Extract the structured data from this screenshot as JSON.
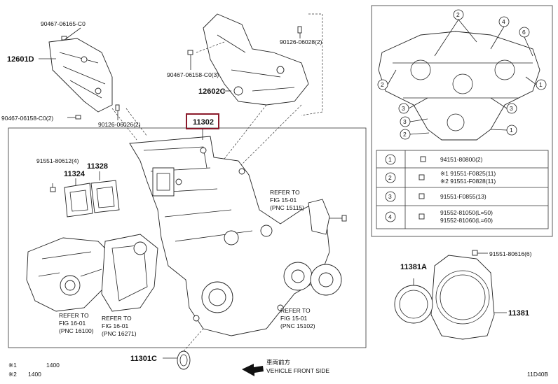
{
  "diagram": {
    "parts": {
      "p11302": "11302",
      "p11324": "11324",
      "p11328": "11328",
      "p12601D": "12601D",
      "p12602C": "12602C",
      "p11381A": "11381A",
      "p11381": "11381",
      "p11301C": "11301C"
    },
    "bolts": {
      "b1": "90467-06165-C0",
      "b2": "90467-06158-C0(2)",
      "b3": "90126-06026(2)",
      "b4": "90126-06028(2)",
      "b5": "90467-06158-C0(3)",
      "b6a": "91551-80612(4)",
      "b7": "91551-80616(6)"
    },
    "refs": [
      {
        "line1": "REFER TO",
        "line2": "FIG 15-01",
        "line3": "(PNC 15115)"
      },
      {
        "line1": "REFER TO",
        "line2": "FIG 15-01",
        "line3": "(PNC 15102)"
      },
      {
        "line1": "REFER TO",
        "line2": "FIG 16-01",
        "line3": "(PNC 16100)"
      },
      {
        "line1": "REFER TO",
        "line2": "FIG 16-01",
        "line3": "(PNC 16271)"
      }
    ],
    "legend": [
      {
        "num": "1",
        "lines": [
          "94151-80800(2)"
        ]
      },
      {
        "num": "2",
        "lines": [
          "※1 91551-F0825(11)",
          "※2 91551-F0828(11)"
        ]
      },
      {
        "num": "3",
        "lines": [
          "91551-F0855(13)"
        ]
      },
      {
        "num": "4",
        "lines": [
          "91552-81050(L=50)",
          "91552-81060(L=60)"
        ]
      }
    ],
    "overview_callouts": [
      "2",
      "4",
      "6",
      "2",
      "1",
      "3",
      "3",
      "3",
      "2",
      "1"
    ],
    "front_side_jp": "車両前方",
    "front_side": "VEHICLE FRONT SIDE",
    "footnote1": "※1",
    "footnote1_text": "1400",
    "footnote2": "※2",
    "footnote2_text": "1400",
    "fig_code": "11D40B"
  }
}
